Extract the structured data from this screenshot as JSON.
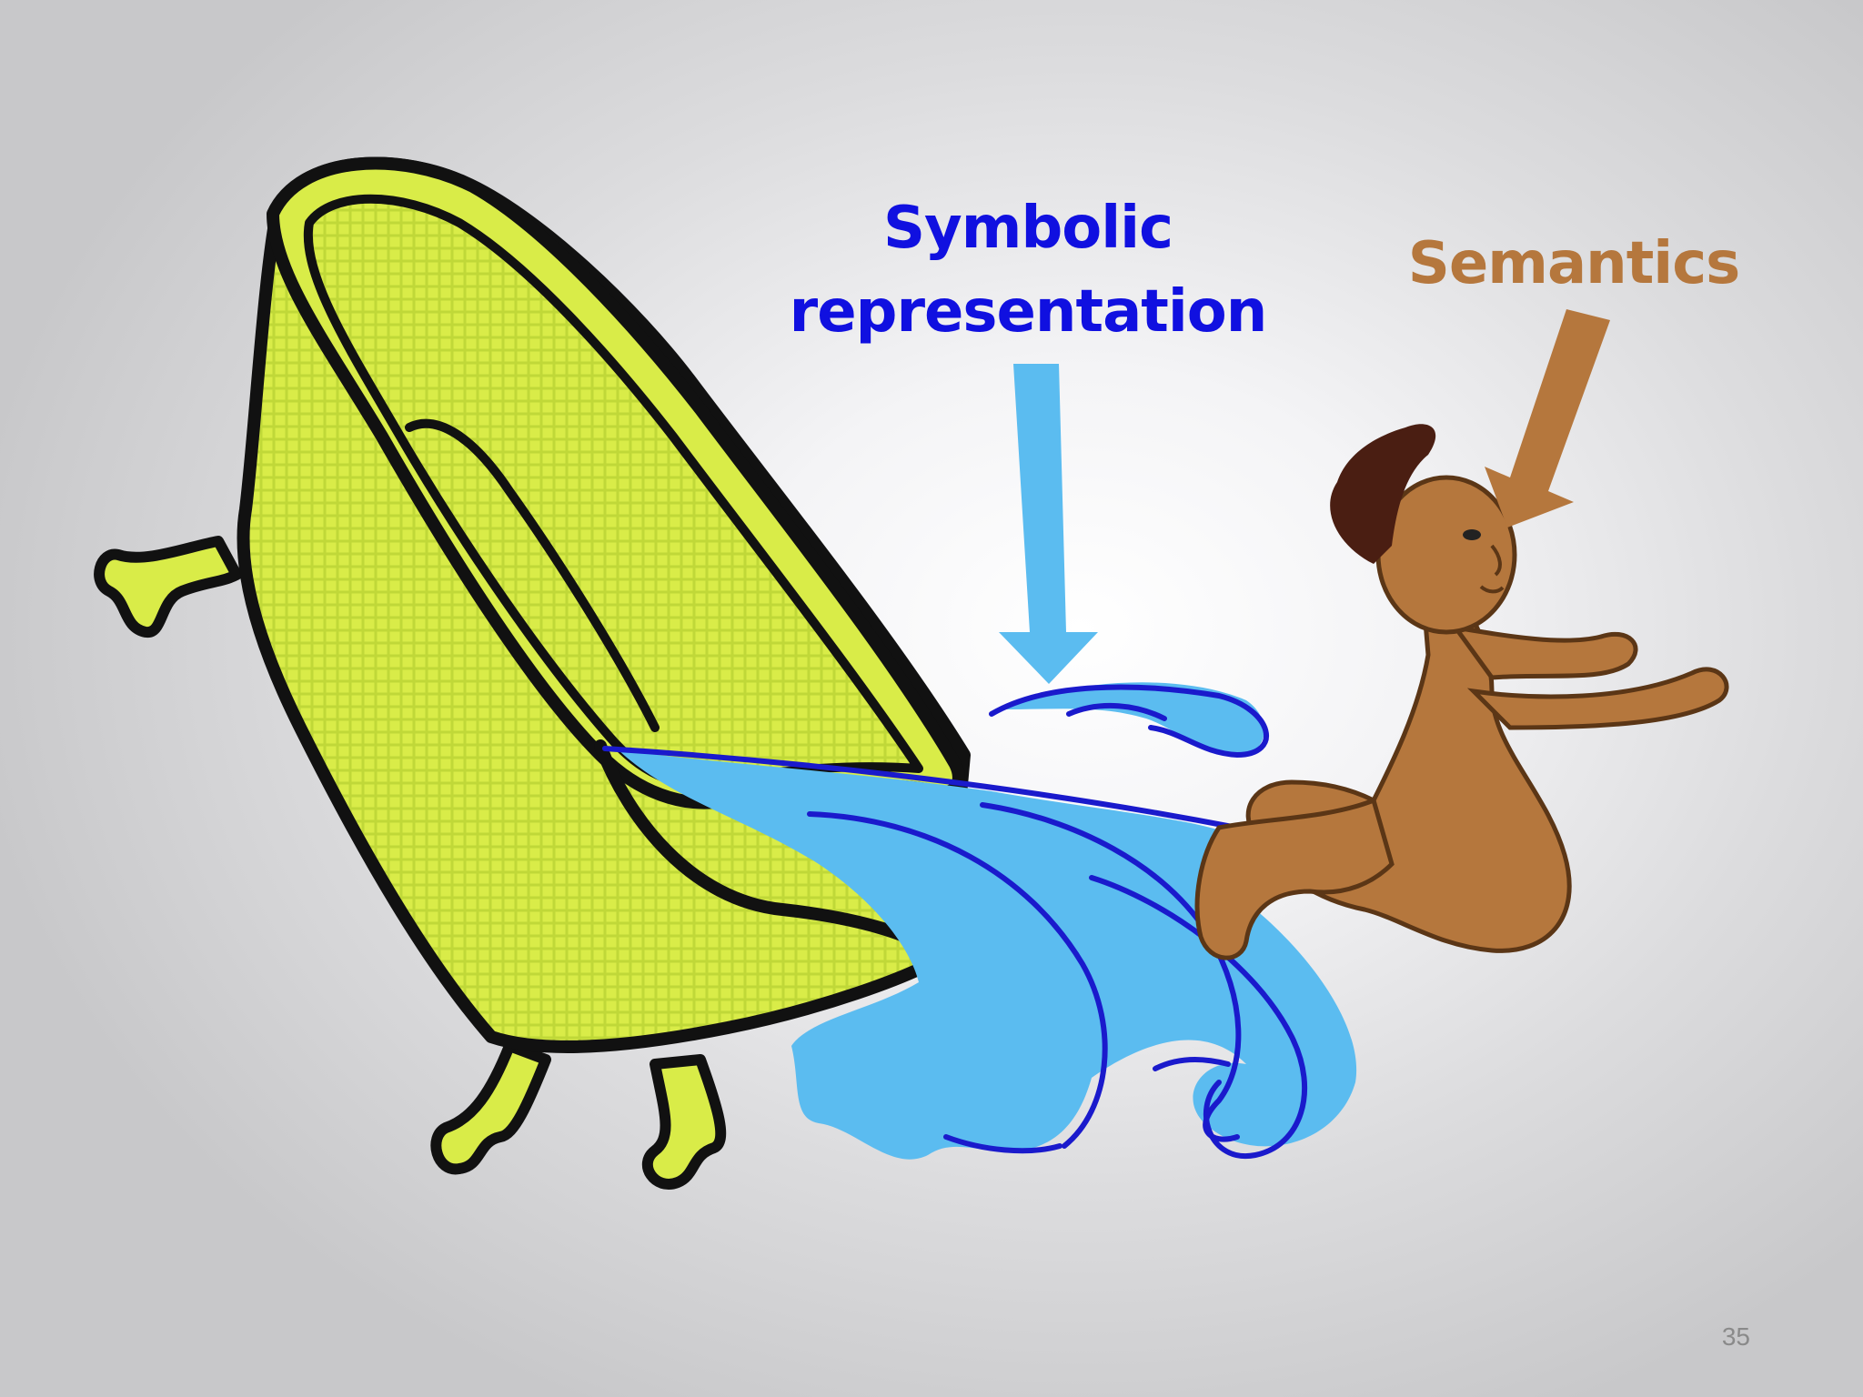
{
  "labels": {
    "symbolic_line1": "Symbolic",
    "symbolic_line2": "representation",
    "semantics": "Semantics"
  },
  "slide_number": "35",
  "colors": {
    "symbolic": "#1010e0",
    "semantics": "#b5773d",
    "symbolic_arrow": "#5bbcf0",
    "semantics_arrow": "#b5773d",
    "tub": "#d6ea4a",
    "water": "#5bbcf0",
    "water_lines": "#1a1acc"
  },
  "illustration": {
    "subjects": [
      "bathtub",
      "water-splash",
      "baby"
    ]
  }
}
